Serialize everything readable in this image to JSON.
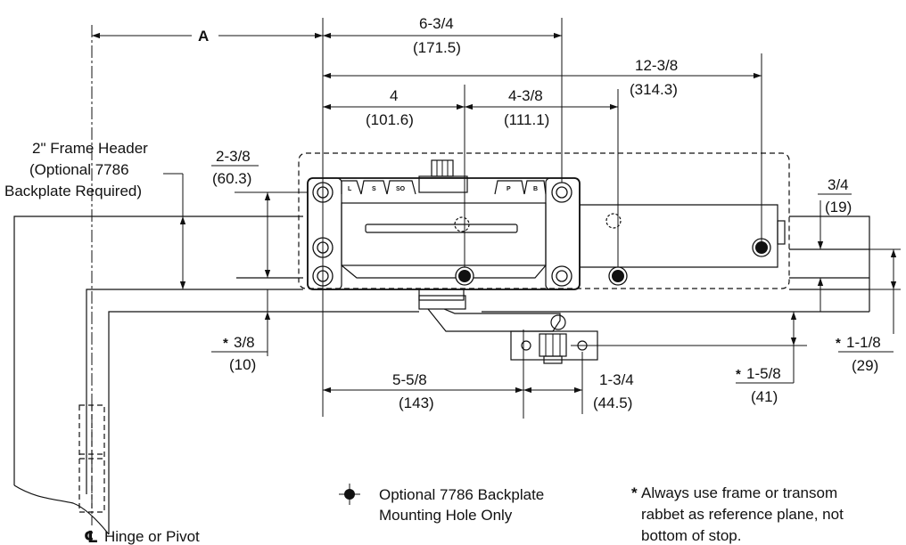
{
  "dimensions": {
    "A": "A",
    "d_6_3_4": "6-3/4",
    "d_171_5": "(171.5)",
    "d_12_3_8": "12-3/8",
    "d_314_3": "(314.3)",
    "d_4": "4",
    "d_101_6": "(101.6)",
    "d_4_3_8": "4-3/8",
    "d_111_1": "(111.1)",
    "d_2_3_8": "2-3/8",
    "d_60_3": "(60.3)",
    "d_3_4": "3/4",
    "d_19": "(19)",
    "d_3_8": "3/8",
    "d_10": "(10)",
    "d_5_5_8": "5-5/8",
    "d_143": "(143)",
    "d_1_3_4": "1-3/4",
    "d_44_5": "(44.5)",
    "d_1_5_8": "1-5/8",
    "d_41": "(41)",
    "d_1_1_8": "1-1/8",
    "d_29": "(29)",
    "asterisk": "*"
  },
  "labels": {
    "frame_header_line1": "2\" Frame Header",
    "frame_header_line2": "(Optional 7786",
    "frame_header_line3": "Backplate Required)",
    "centerline_symbol": "℄",
    "hinge_pivot": "Hinge or Pivot"
  },
  "closer_tabs": [
    "L",
    "S",
    "SO",
    "P",
    "B"
  ],
  "legend": {
    "line1": "Optional 7786 Backplate",
    "line2": "Mounting Hole Only"
  },
  "note": {
    "asterisk": "*",
    "line1": "Always use frame or transom",
    "line2": "rabbet as reference plane, not",
    "line3": "bottom of stop."
  }
}
